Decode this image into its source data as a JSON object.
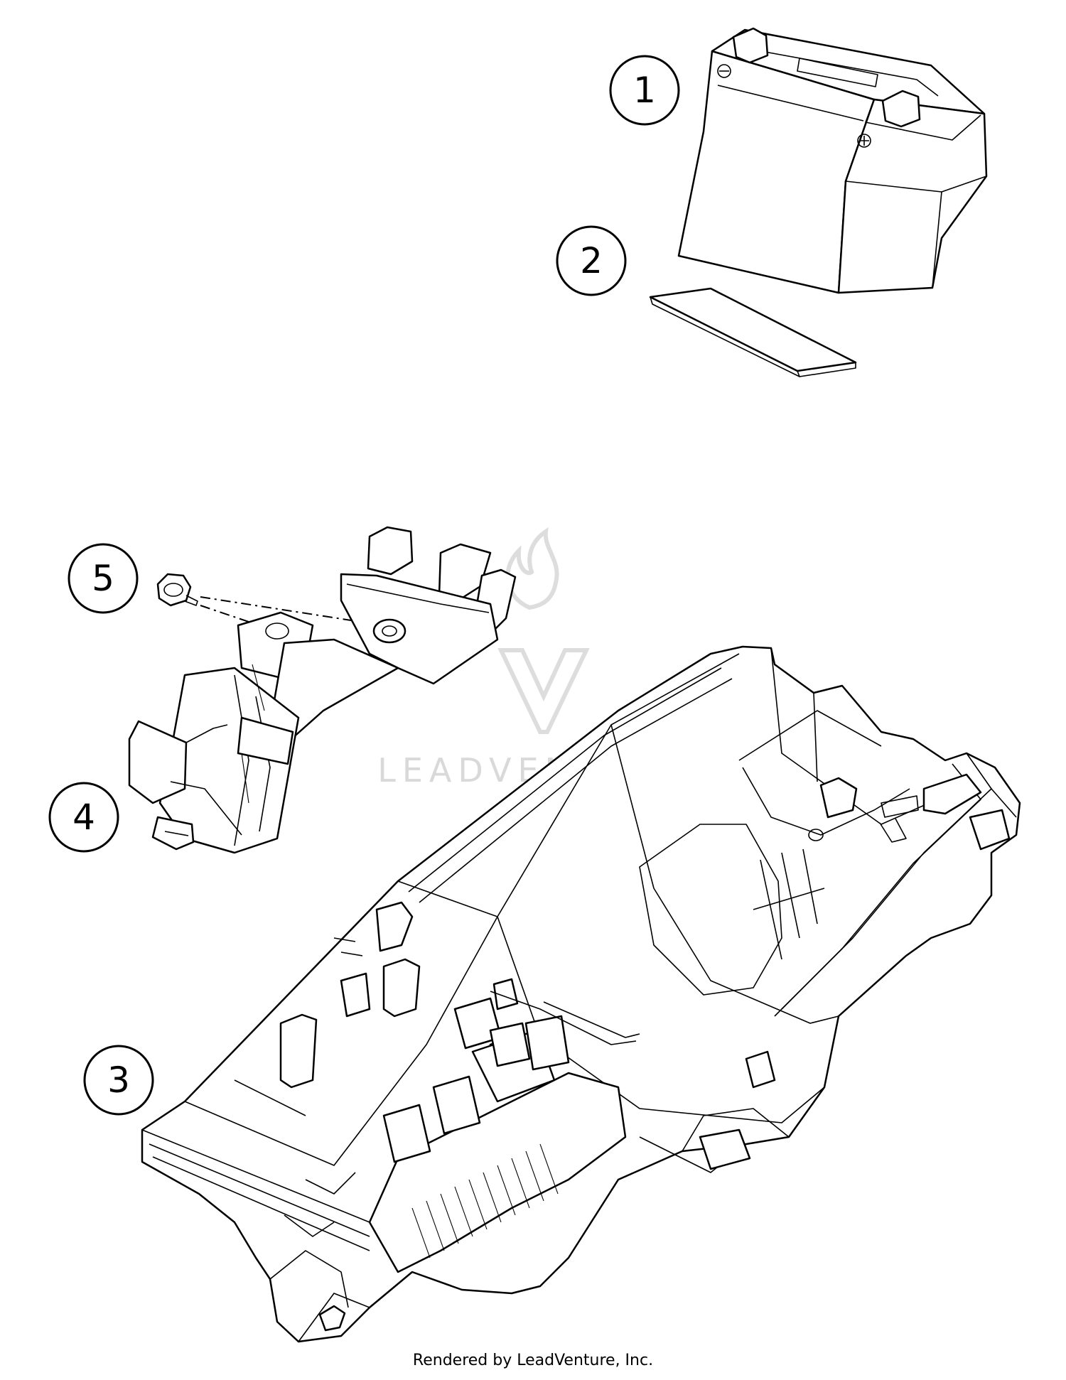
{
  "callouts": {
    "c1": "1",
    "c2": "2",
    "c3": "3",
    "c4": "4",
    "c5": "5"
  },
  "watermark": {
    "text": "LEADVENTURE"
  },
  "footer": {
    "credit": "Rendered by LeadVenture, Inc."
  },
  "colors": {
    "line": "#000000",
    "background": "#ffffff",
    "watermark": "#d9d9d9"
  }
}
